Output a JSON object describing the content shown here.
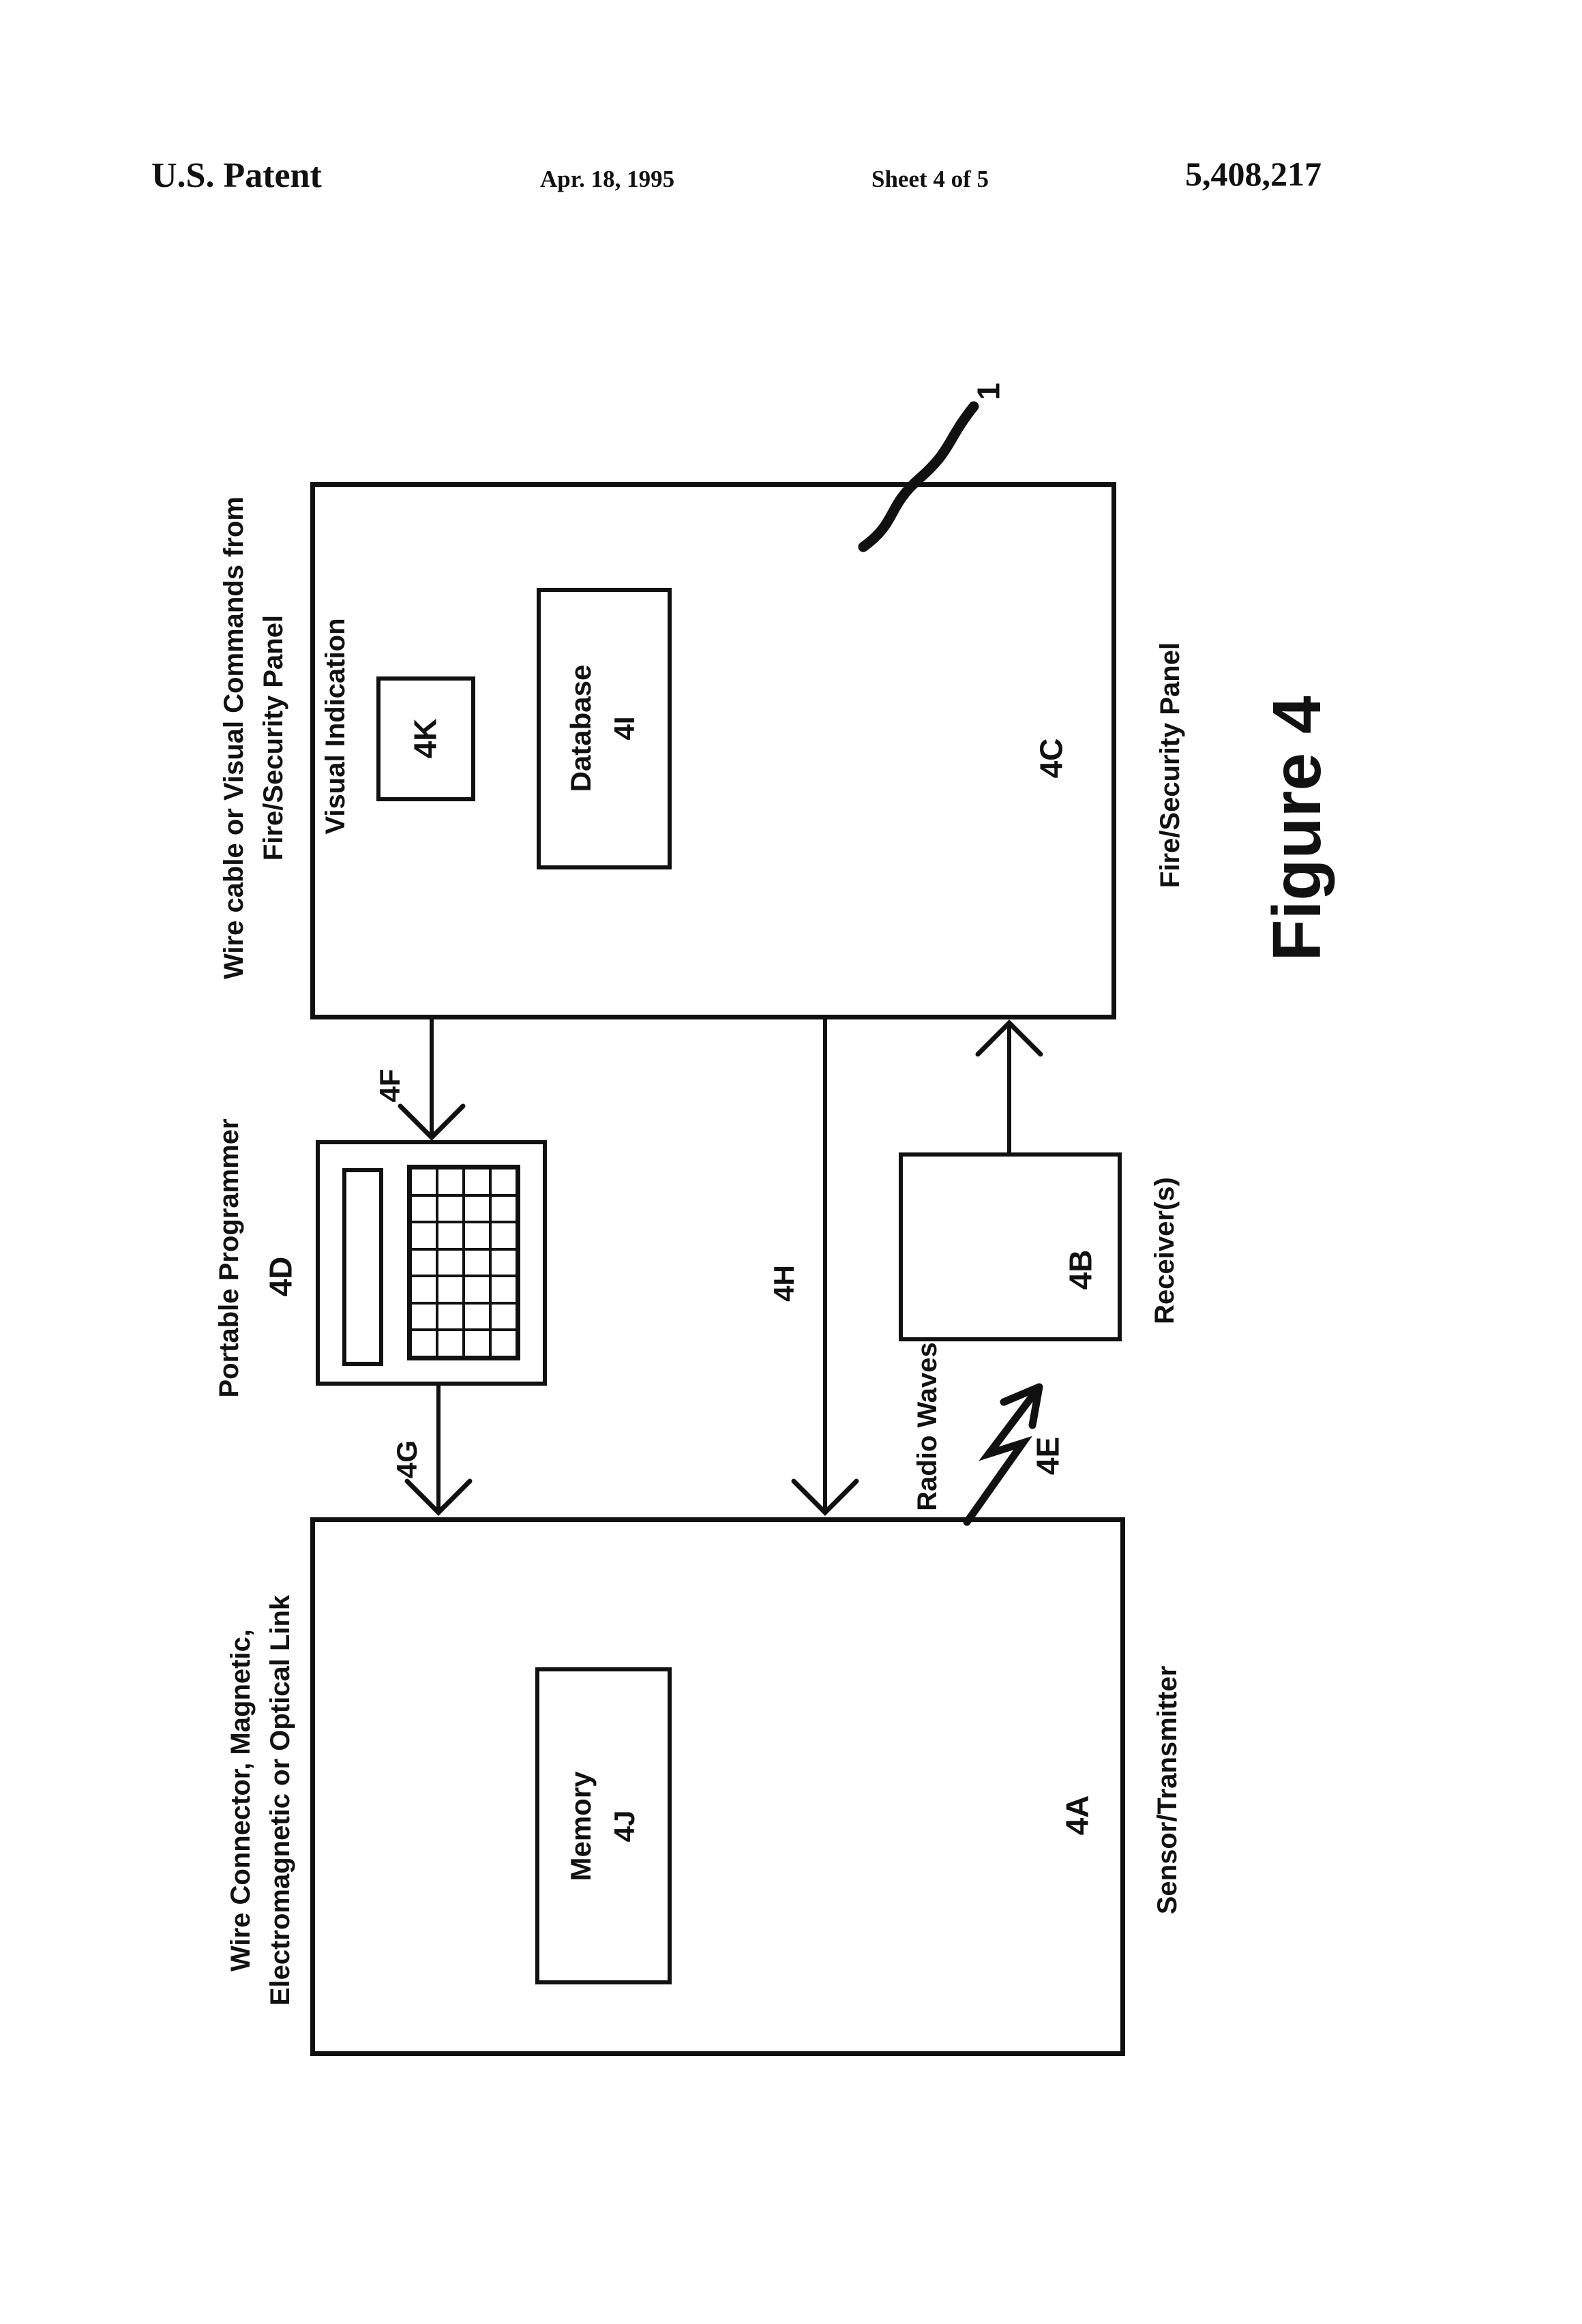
{
  "colors": {
    "ink": "#111111",
    "paper": "#ffffff"
  },
  "header": {
    "patent_label": "U.S. Patent",
    "date": "Apr. 18, 1995",
    "sheet": "Sheet 4 of 5",
    "patent_number": "5,408,217"
  },
  "figure": {
    "caption": "Figure 4",
    "system_reference": "1",
    "panel": {
      "outside_label_line1": "Wire cable or Visual Commands from",
      "outside_label_line2": "Fire/Security Panel",
      "inside_label": "Visual Indication",
      "ref": "4C",
      "name_label": "Fire/Security Panel",
      "indicator_box_ref": "4K",
      "database_box_label": "Database",
      "database_box_ref": "4I"
    },
    "programmer": {
      "label": "Portable Programmer",
      "ref": "4D"
    },
    "links": {
      "panel_to_programmer_ref": "4F",
      "programmer_to_sensor_ref": "4G",
      "panel_to_sensor_ref": "4H",
      "radio_waves_label": "Radio Waves",
      "radio_bolt_ref": "4E"
    },
    "receiver": {
      "ref": "4B",
      "name_label": "Receiver(s)"
    },
    "sensor": {
      "outside_label_line1": "Wire Connector, Magnetic,",
      "outside_label_line2": "Electromagnetic or Optical Link",
      "ref": "4A",
      "name_label": "Sensor/Transmitter",
      "memory_box_label": "Memory",
      "memory_box_ref": "4J"
    }
  }
}
